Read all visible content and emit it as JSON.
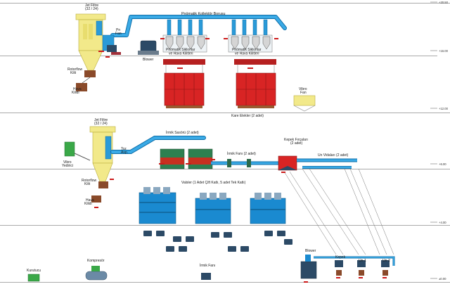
{
  "diagram": {
    "levels": [
      {
        "id": "lvl-2050",
        "label": "+20.50"
      },
      {
        "id": "lvl-1650",
        "label": "+16.00"
      },
      {
        "id": "lvl-1200",
        "label": "+12.00"
      },
      {
        "id": "lvl-600",
        "label": "+6.00"
      },
      {
        "id": "lvl-400",
        "label": "+4.00"
      },
      {
        "id": "lvl-000",
        "label": "±0.00"
      }
    ],
    "labels": {
      "jet_filter_top": "Jet Filtre\n(32 / 24)",
      "pneumatic_line": "Pnömatik Kollektör Borusu",
      "fan_top": "Pn\nFan",
      "blower_top": "Blower",
      "cyclone_left": "Pnömatik Siklonlar\nve Hava Kilitleri",
      "cyclone_right": "Pnömatik Siklonlar\nve Hava Kilitleri",
      "rotorflow_top": "Rotorflow\nKilit",
      "hava_kilidi_top": "Hava\nKilidi",
      "vibro_fan": "Vibro\nFan",
      "kare_elekler": "Kare Elekler (2 adet)",
      "jet_filter_mid": "Jet Filtre\n(32 / 24)",
      "irmik_sasoru": "İrmik Sasörü (2 adet)",
      "toz_aspi": "Toz\nAsp.",
      "vibro_yedirici": "Vibro\nYedirici",
      "irmik_fanı": "İrmik Fanı (2 adet)",
      "kepek_fircalari": "Kepek Fırçaları\n(2 adet)",
      "un_vidalari": "Un Vidaları (2 adet)",
      "rotorflow_mid": "Rotorflow\nKilit",
      "hava_kilidi_mid": "Hava\nKilidi",
      "valsler": "Valsler (1 Adet Çift Katlı, 5 adet Tek Katlı)",
      "kompresor": "Kompresör",
      "kurutucu": "Kurutucu",
      "irmik_fanı_bottom": "İrmik Fanı",
      "blower_bottom": "Blower",
      "kepek_out": "Kepek",
      "un1": "Un-1",
      "un2": "Un-2"
    },
    "colors": {
      "pipe": "#2a9ad8",
      "pipe_dark": "#0d6ea8",
      "yellow": "#f2e98a",
      "yellow_dark": "#b9ad3c",
      "red_sifter": "#d82424",
      "blue_mill": "#1a8ad0",
      "machine_dark": "#2c4a66",
      "brown": "#8a4a2a",
      "green": "#3aa848",
      "grid": "#9a9a9a"
    }
  }
}
